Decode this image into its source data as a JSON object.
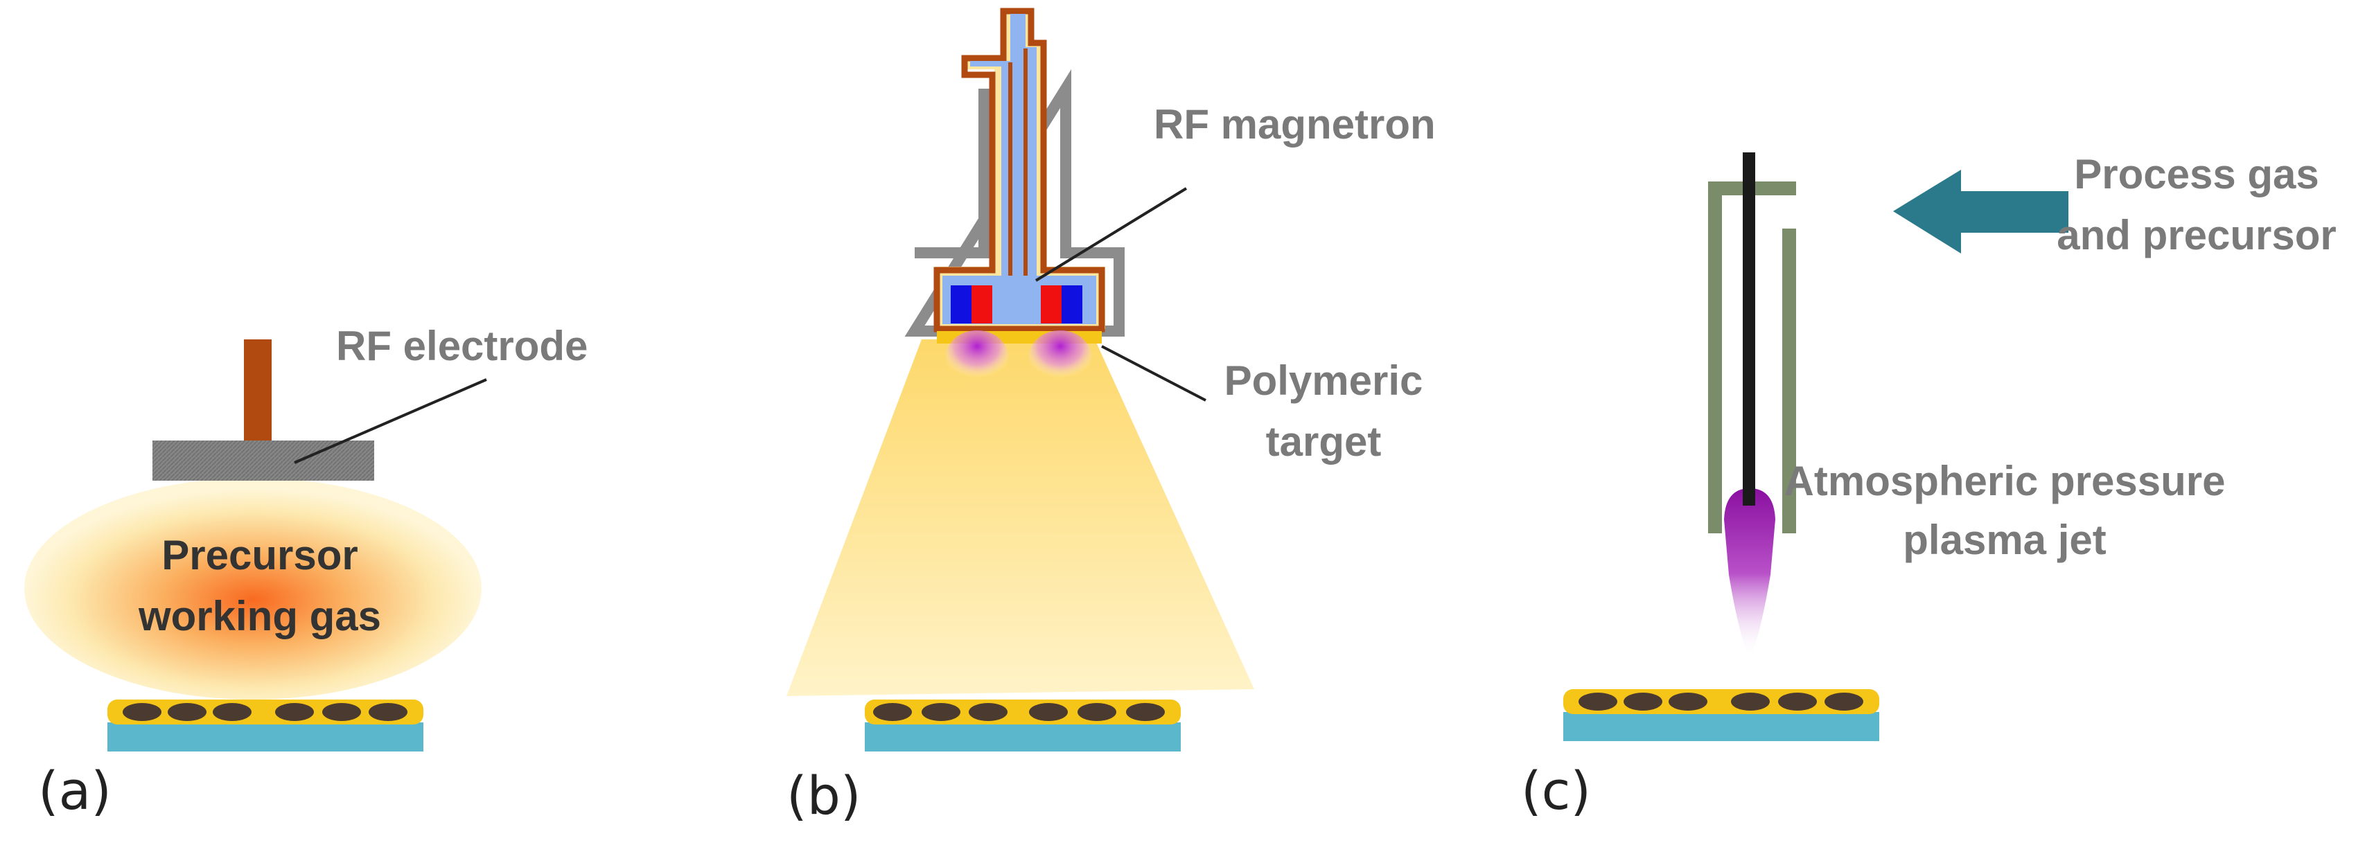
{
  "panels": {
    "a": {
      "tag": "(a)",
      "electrode_label": "RF electrode",
      "gas_label_line1": "Precursor",
      "gas_label_line2": "working gas"
    },
    "b": {
      "tag": "(b)",
      "magnetron_label": "RF magnetron",
      "target_label_line1": "Polymeric",
      "target_label_line2": "target"
    },
    "c": {
      "tag": "(c)",
      "gas_label_line1": "Process gas",
      "gas_label_line2": "and precursor",
      "jet_label_line1": "Atmospheric pressure",
      "jet_label_line2": "plasma jet"
    }
  },
  "colors": {
    "substrate": "#5bb8cc",
    "coating": "#f5c518",
    "particle": "#4a3a30",
    "electrode_stem": "#b04a10",
    "electrode_plate": "#808080",
    "magnetron_body": "#8fb4f0",
    "magnetron_shield": "#8c8c8c",
    "magnet_blue": "#1010e0",
    "magnet_red": "#f01010",
    "plume": "#fde07a",
    "plasma": "#a020c0",
    "jet_tube": "#7a8c6a",
    "jet_electrode": "#1a1a1a",
    "arrow": "#2a7a8c"
  }
}
